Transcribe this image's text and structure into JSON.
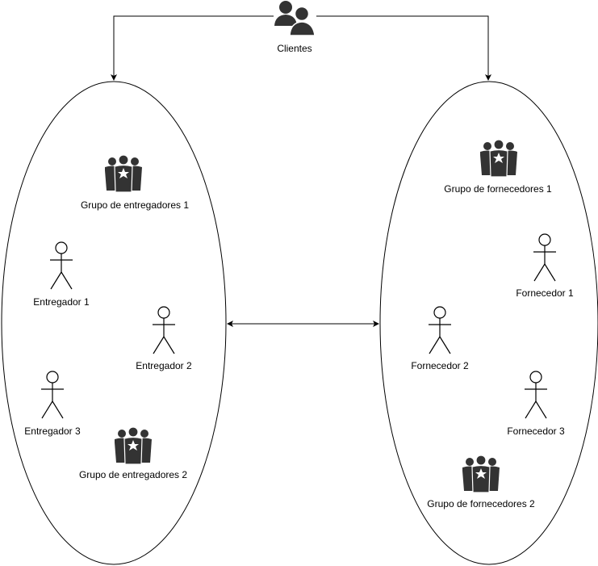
{
  "colors": {
    "stroke": "#000000",
    "icon": "#333333",
    "background": "#ffffff"
  },
  "clients": {
    "label": "Clientes",
    "icon": "users-icon"
  },
  "left_group": {
    "groups": [
      "Grupo de entregadores 1",
      "Grupo de entregadores 2"
    ],
    "actors": [
      "Entregador 1",
      "Entregador 2",
      "Entregador 3"
    ]
  },
  "right_group": {
    "groups": [
      "Grupo de fornecedores 1",
      "Grupo de fornecedores 2"
    ],
    "actors": [
      "Fornecedor 1",
      "Fornecedor 2",
      "Fornecedor 3"
    ]
  }
}
